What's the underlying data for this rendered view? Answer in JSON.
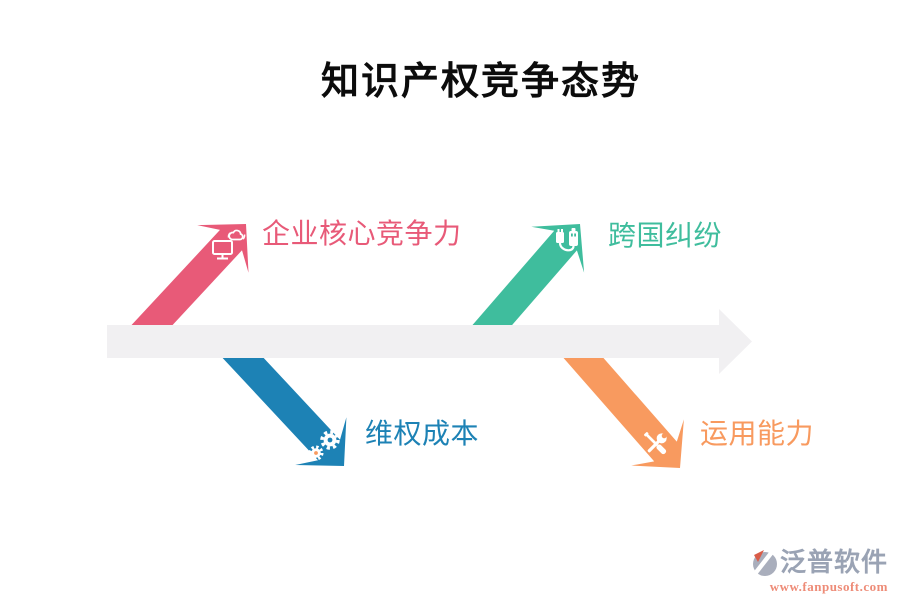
{
  "title": "知识产权竞争态势",
  "diagram": {
    "baseline_color": "#f1f0f2",
    "arrows": [
      {
        "id": "core-competitiveness",
        "label": "企业核心竞争力",
        "color": "#e85a78",
        "direction": "up",
        "icon": "monitor-cloud-icon"
      },
      {
        "id": "transnational-disputes",
        "label": "跨国纠纷",
        "color": "#3fbd9d",
        "direction": "up",
        "icon": "usb-cable-icon"
      },
      {
        "id": "rights-protection-cost",
        "label": "维权成本",
        "color": "#1d82b5",
        "direction": "down",
        "icon": "gears-icon"
      },
      {
        "id": "application-ability",
        "label": "运用能力",
        "color": "#f89a5f",
        "direction": "down",
        "icon": "tools-icon"
      }
    ]
  },
  "watermark": {
    "brand": "泛普软件",
    "url": "www.fanpusoft.com",
    "brand_color": "#9aa3b4",
    "url_color": "#ee8c78"
  }
}
